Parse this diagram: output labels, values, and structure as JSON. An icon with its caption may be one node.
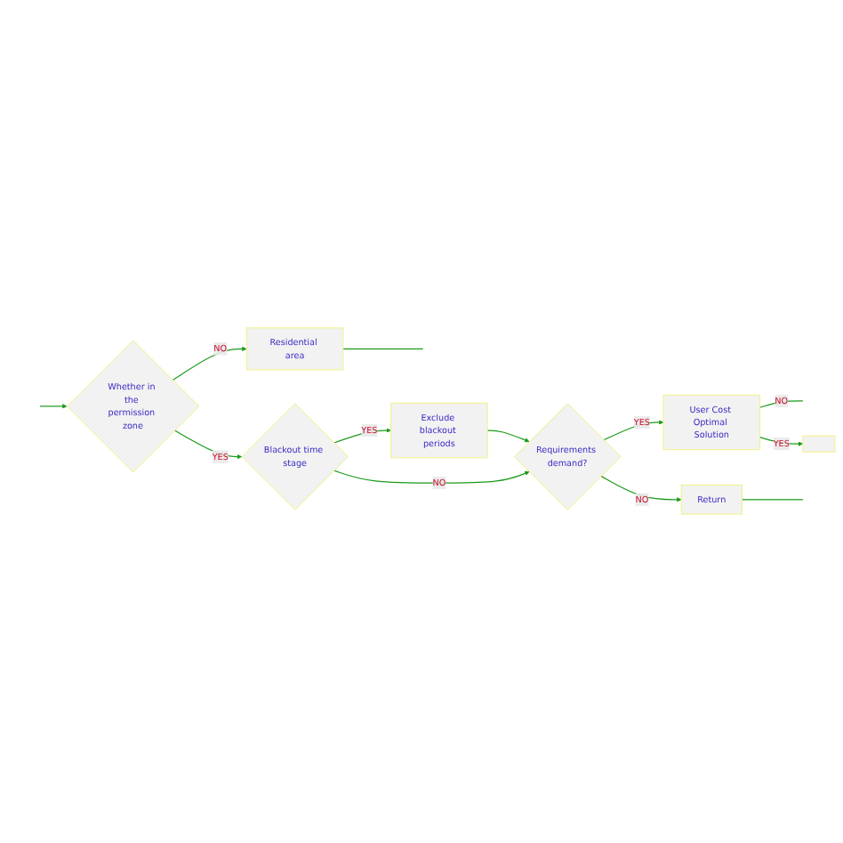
{
  "diagram": {
    "nodes": [
      {
        "text": [
          "Residential area"
        ]
      },
      {
        "text": [
          "Whether in the permission zone"
        ]
      },
      {
        "text": [
          "Blackout time stage"
        ]
      },
      {
        "text": [
          "Exclude blackout periods"
        ]
      },
      {
        "text": [
          "Requirements demand?"
        ]
      },
      {
        "text": [
          "User Cost Optimal Solution"
        ]
      },
      {
        "text": [
          "Return"
        ]
      },
      {
        "text": [],
        "shape": "box"
      }
    ],
    "edges": [
      {
        "from": null,
        "to": 1,
        "arrow": "to"
      },
      {
        "from": 1,
        "to": 0,
        "arrow": "to",
        "label": "NO"
      },
      {
        "from": 0,
        "to": null,
        "arrow": "none"
      },
      {
        "from": 1,
        "to": 2,
        "arrow": "to",
        "label": "YES"
      },
      {
        "from": 2,
        "to": 3,
        "arrow": "to",
        "label": "YES"
      },
      {
        "from": 2,
        "to": 4,
        "arrow": "to",
        "label": "NO"
      },
      {
        "from": 3,
        "to": 4,
        "arrow": "to"
      },
      {
        "from": 4,
        "to": 5,
        "arrow": "to",
        "label": "YES"
      },
      {
        "from": 4,
        "to": 6,
        "arrow": "to",
        "label": "NO"
      },
      {
        "from": 5,
        "to": null,
        "arrow": "none",
        "label": "NO"
      },
      {
        "from": 5,
        "to": 7,
        "arrow": "to",
        "label": "YES"
      },
      {
        "from": 6,
        "to": null,
        "arrow": "none"
      }
    ]
  }
}
